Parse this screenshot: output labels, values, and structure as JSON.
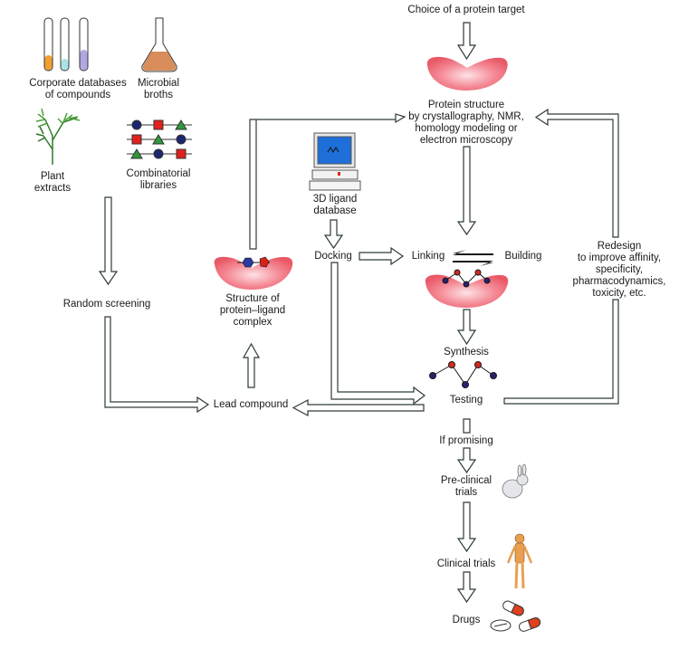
{
  "title": "Drug discovery and development pipeline",
  "sources": {
    "corporate_databases": [
      "Corporate databases",
      "of compounds"
    ],
    "microbial_broths": [
      "Microbial",
      "broths"
    ],
    "plant_extracts": [
      "Plant",
      "extracts"
    ],
    "combinatorial_libraries": [
      "Combinatorial",
      "libraries"
    ]
  },
  "nodes": {
    "choice_target": [
      "Choice of a protein target"
    ],
    "protein_structure": [
      "Protein structure",
      "by crystallography, NMR,",
      "homology modeling or",
      "electron microscopy"
    ],
    "ligand_database": [
      "3D ligand",
      "database"
    ],
    "docking": [
      "Docking"
    ],
    "linking": [
      "Linking"
    ],
    "building": [
      "Building"
    ],
    "redesign": [
      "Redesign",
      "to improve affinity,",
      "specificity,",
      "pharmacodynamics,",
      "toxicity, etc."
    ],
    "random_screening": [
      "Random screening"
    ],
    "protein_ligand_complex": [
      "Structure of",
      "protein–ligand",
      "complex"
    ],
    "synthesis": [
      "Synthesis"
    ],
    "testing": [
      "Testing"
    ],
    "lead_compound": [
      "Lead compound"
    ],
    "if_promising": [
      "If promising"
    ],
    "preclinical": [
      "Pre-clinical",
      "trials"
    ],
    "clinical": [
      "Clinical trials"
    ],
    "drugs": [
      "Drugs"
    ]
  },
  "edges": [
    {
      "from": "sources",
      "to": "random_screening"
    },
    {
      "from": "random_screening",
      "to": "lead_compound"
    },
    {
      "from": "lead_compound",
      "to": "protein_ligand_complex"
    },
    {
      "from": "protein_ligand_complex",
      "to": "protein_structure"
    },
    {
      "from": "choice_target",
      "to": "protein_structure"
    },
    {
      "from": "protein_structure",
      "to": "linking"
    },
    {
      "from": "ligand_database",
      "to": "docking"
    },
    {
      "from": "docking",
      "to": "linking"
    },
    {
      "from": "docking",
      "to": "testing"
    },
    {
      "from": "linking",
      "to": "building",
      "bidirectional": true
    },
    {
      "from": "linking",
      "to": "synthesis"
    },
    {
      "from": "testing",
      "to": "lead_compound"
    },
    {
      "from": "testing",
      "to": "protein_structure",
      "via": "redesign"
    },
    {
      "from": "testing",
      "to": "if_promising"
    },
    {
      "from": "if_promising",
      "to": "preclinical"
    },
    {
      "from": "preclinical",
      "to": "clinical"
    },
    {
      "from": "clinical",
      "to": "drugs"
    }
  ],
  "colors": {
    "protein": "#f06a78",
    "protein_highlight": "#fbd3d7",
    "atom_red": "#d42a1e",
    "atom_blue": "#2a1f6e",
    "lib_red": "#e3201b",
    "lib_green": "#2e9a3a",
    "lib_navy": "#1d2670",
    "arrow_stroke": "#2f3b3a"
  }
}
